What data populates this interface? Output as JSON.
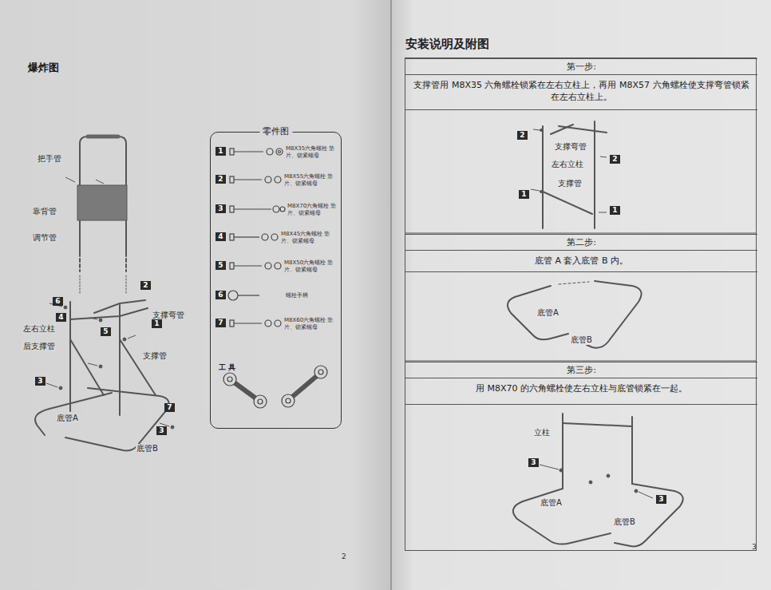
{
  "diagram": {
    "nodes": [
      {
        "text": [
          "零件图",
          "工 具"
        ]
      },
      {
        "text": [
          "安装说明及附图"
        ]
      },
      {
        "text": [
          "第一步:",
          "支撑管用 M8X35 六角螺栓锁紧在左右立柱上，再用 M8X57 六角螺栓使支撑弯管锁紧在左右立柱上。"
        ],
        "in": 1
      },
      {
        "text": [
          "第二步:",
          "底管 A 套入底管 B 内。"
        ],
        "in": 1
      },
      {
        "text": [
          "第三步:",
          "用 M8X70 的六角螺栓使左右立柱与底管锁紧在一起。"
        ],
        "in": 1
      }
    ],
    "labels": [
      "爆炸图",
      "把手管",
      "靠背管",
      "调节管",
      "支撑弯管",
      "左右立柱",
      "后支撑管",
      "支撑管",
      "底管A",
      "底管B",
      "6",
      "4",
      "5",
      "2",
      "1",
      "3",
      "7",
      "3",
      "1",
      "2",
      "3",
      "4",
      "5",
      "6",
      "7",
      "M8X35六角螺栓 垫片、锁紧螺母",
      "M8X55六角螺栓 垫片、锁紧螺母",
      "M8X70六角螺栓 垫片、锁紧螺母",
      "M8X45六角螺栓 垫片、锁紧螺母",
      "M8X50六角螺栓 垫片、锁紧螺母",
      "螺栓手柄",
      "M8X60六角螺栓 垫片、锁紧螺母",
      "2",
      "2",
      "2",
      "1",
      "1",
      "支撑弯管",
      "左右立柱",
      "支撑管",
      "底管A",
      "底管B",
      "立柱",
      "3",
      "3",
      "底管A",
      "底管B",
      "3"
    ]
  }
}
